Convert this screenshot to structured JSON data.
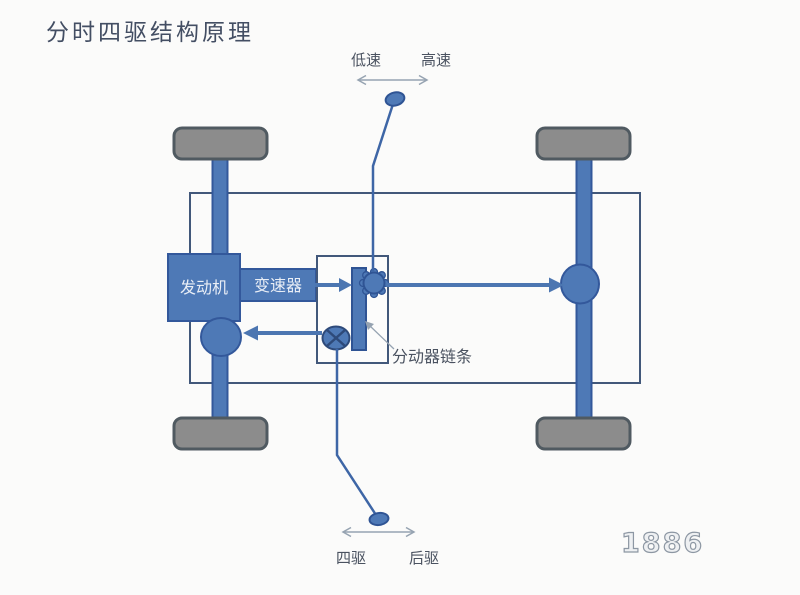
{
  "title": "分时四驱结构原理",
  "watermark": "1886",
  "components": {
    "engine": "发动机",
    "transmission": "变速器",
    "transfer_chain_label": "分动器链条"
  },
  "range_selector": {
    "low": "低速",
    "high": "高速"
  },
  "drive_selector": {
    "four_wheel": "四驱",
    "rear_drive": "后驱"
  },
  "colors": {
    "accent_blue": "#4E79B6",
    "blue_border": "#2F5494",
    "arrow_blue": "#4C76B1",
    "wheel_gray": "#8C8C8C",
    "wheel_border": "#505A61",
    "chassis_outline": "#42587A",
    "thin_arrow_gray": "#96A3B1",
    "title_text": "#434E63",
    "background": "#FBFBFA"
  }
}
